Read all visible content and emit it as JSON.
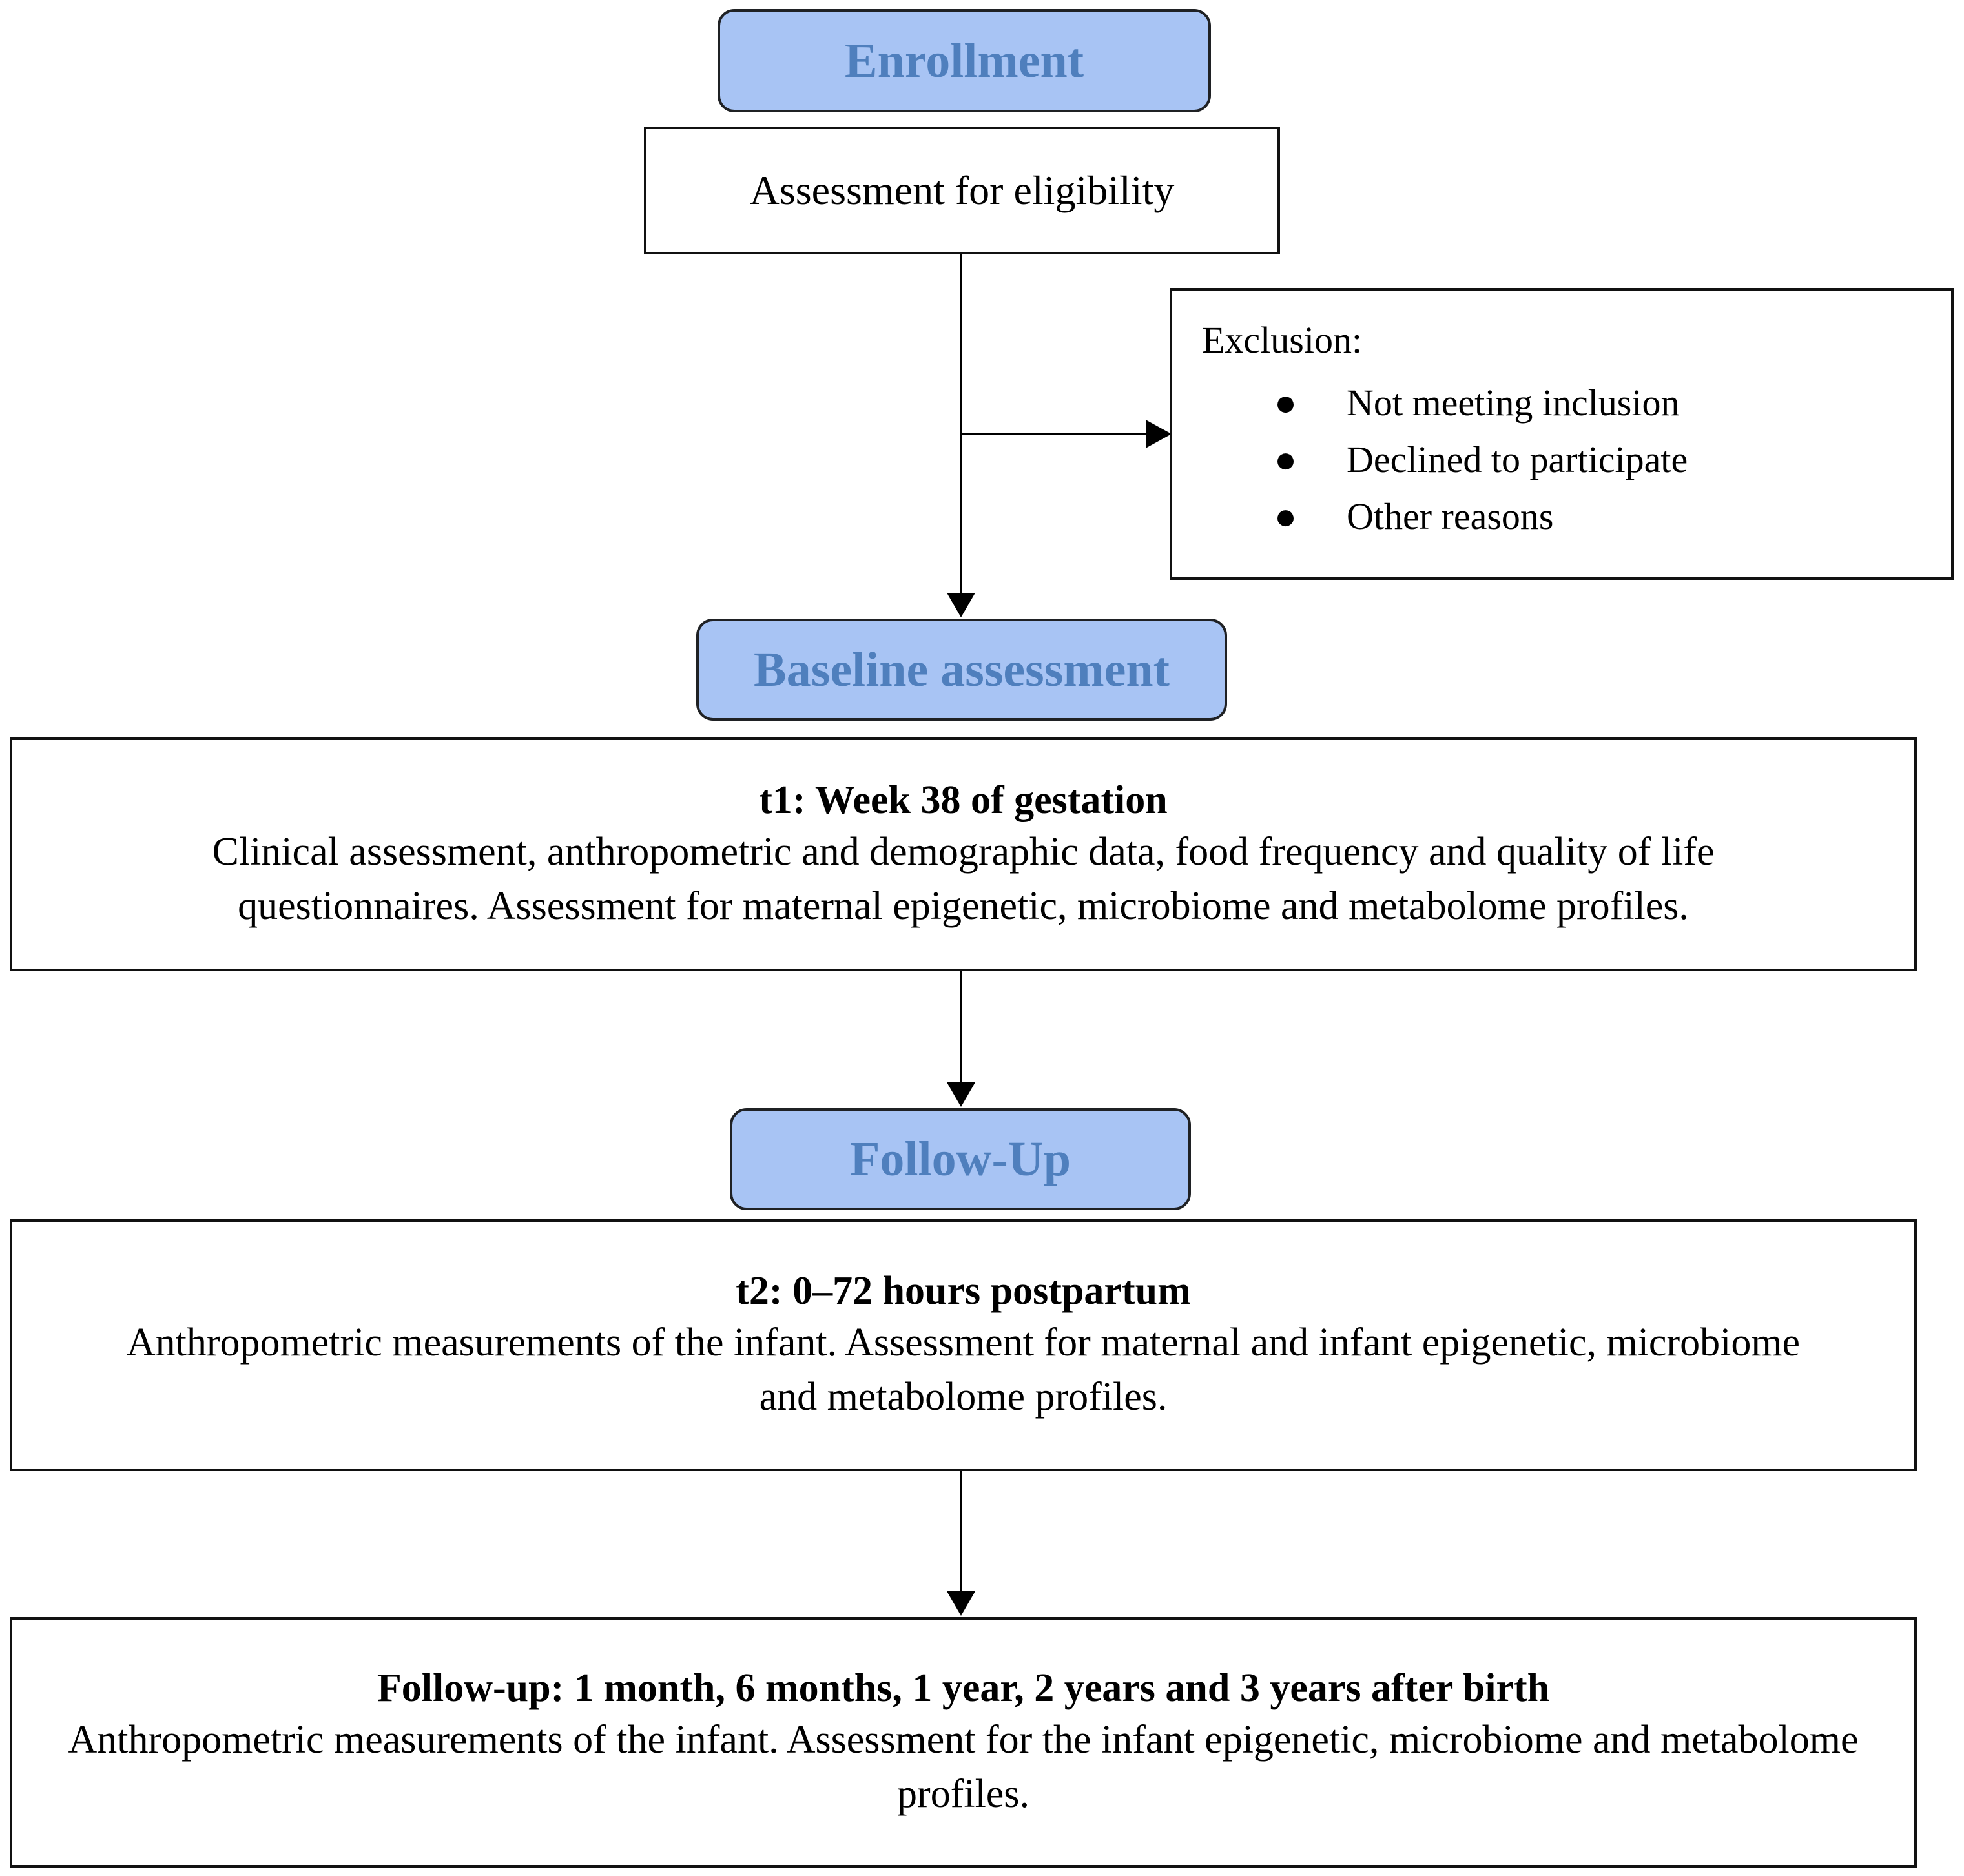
{
  "phases": {
    "enrollment": "Enrollment",
    "baseline": "Baseline assessment",
    "followup": "Follow-Up"
  },
  "eligibility": "Assessment for eligibility",
  "exclusion": {
    "title": "Exclusion:",
    "items": [
      "Not meeting inclusion",
      "Declined to participate",
      "Other reasons"
    ]
  },
  "t1": {
    "heading": "t1: Week 38 of gestation",
    "body": "Clinical assessment, anthropometric and demographic data, food frequency and quality of life questionnaires. Assessment for maternal epigenetic, microbiome and metabolome profiles."
  },
  "t2": {
    "heading": "t2: 0–72 hours postpartum",
    "body": "Anthropometric measurements of the infant. Assessment for maternal and infant epigenetic, microbiome and metabolome profiles."
  },
  "followup_box": {
    "heading": "Follow-up: 1 month, 6 months, 1 year, 2 years and 3 years after birth",
    "body": "Anthropometric measurements of the infant. Assessment for the infant epigenetic, microbiome and metabolome profiles."
  }
}
